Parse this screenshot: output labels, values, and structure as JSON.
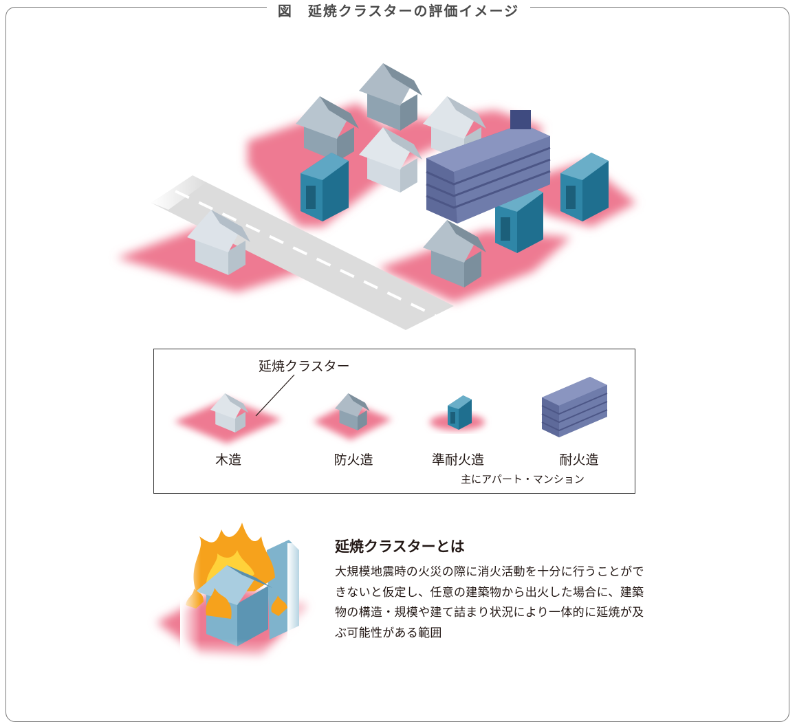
{
  "figure": {
    "title": "図　延焼クラスターの評価イメージ"
  },
  "legend": {
    "cluster_label": "延焼クラスター",
    "items": [
      {
        "label": "木造"
      },
      {
        "label": "防火造"
      },
      {
        "label": "準耐火造"
      },
      {
        "label": "耐火造"
      }
    ],
    "note": "主にアパート・マンション"
  },
  "definition": {
    "title": "延焼クラスターとは",
    "body": "大規模地震時の火災の際に消火活動を十分に行うことができないと仮定し、任意の建築物から出火した場合に、建築物の構造・規模や建て詰まり状況により一体的に延焼が及ぶ可能性がある範囲"
  },
  "colors": {
    "cluster_pink": "#ee7a92",
    "wood_house": "#c4d0da",
    "fireproof_wood": "#8fa3b1",
    "quasi_fireproof": "#2f86a7",
    "fireproof": "#6f7cab",
    "road": "#dcdcdc",
    "flame": "#f6a21c"
  }
}
